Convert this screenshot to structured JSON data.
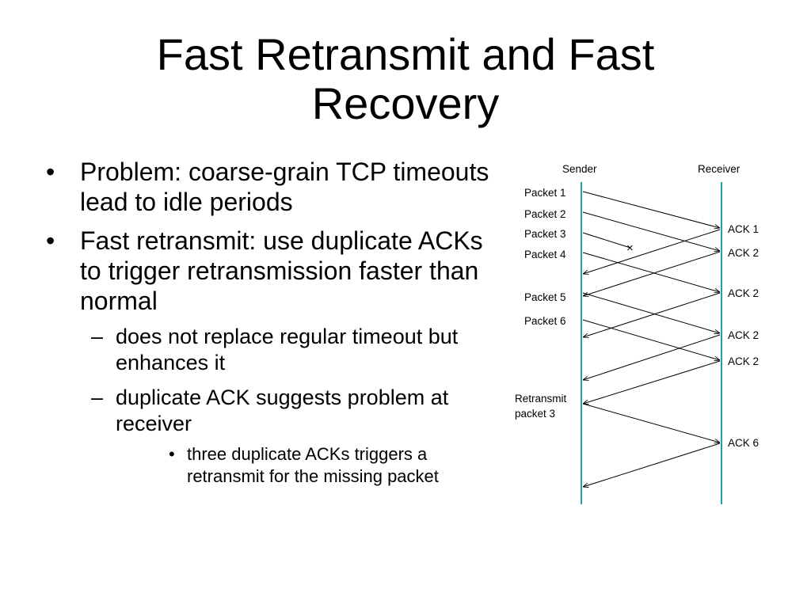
{
  "slide": {
    "title_line1": "Fast Retransmit and Fast",
    "title_line2": "Recovery"
  },
  "bullets": {
    "b1": "Problem: coarse-grain TCP timeouts lead to idle periods",
    "b2": "Fast retransmit: use duplicate ACKs to trigger retransmission faster than normal",
    "b2_sub1": "does not replace regular timeout but enhances it",
    "b2_sub2": "duplicate ACK suggests problem at receiver",
    "b2_sub2_sub1": "three duplicate ACKs triggers a retransmit for the missing packet",
    "bullet_mark": "•",
    "dash_mark": "–"
  },
  "diagram": {
    "sender_label": "Sender",
    "receiver_label": "Receiver",
    "timeline_color": "#1ea3a6",
    "packets": [
      "Packet 1",
      "Packet 2",
      "Packet 3",
      "Packet 4",
      "Packet 5",
      "Packet 6"
    ],
    "retransmit_line1": "Retransmit",
    "retransmit_line2": "packet 3",
    "acks": [
      "ACK 1",
      "ACK 2",
      "ACK 2",
      "ACK 2",
      "ACK 2",
      "ACK 6"
    ],
    "lost_marker": "×"
  }
}
